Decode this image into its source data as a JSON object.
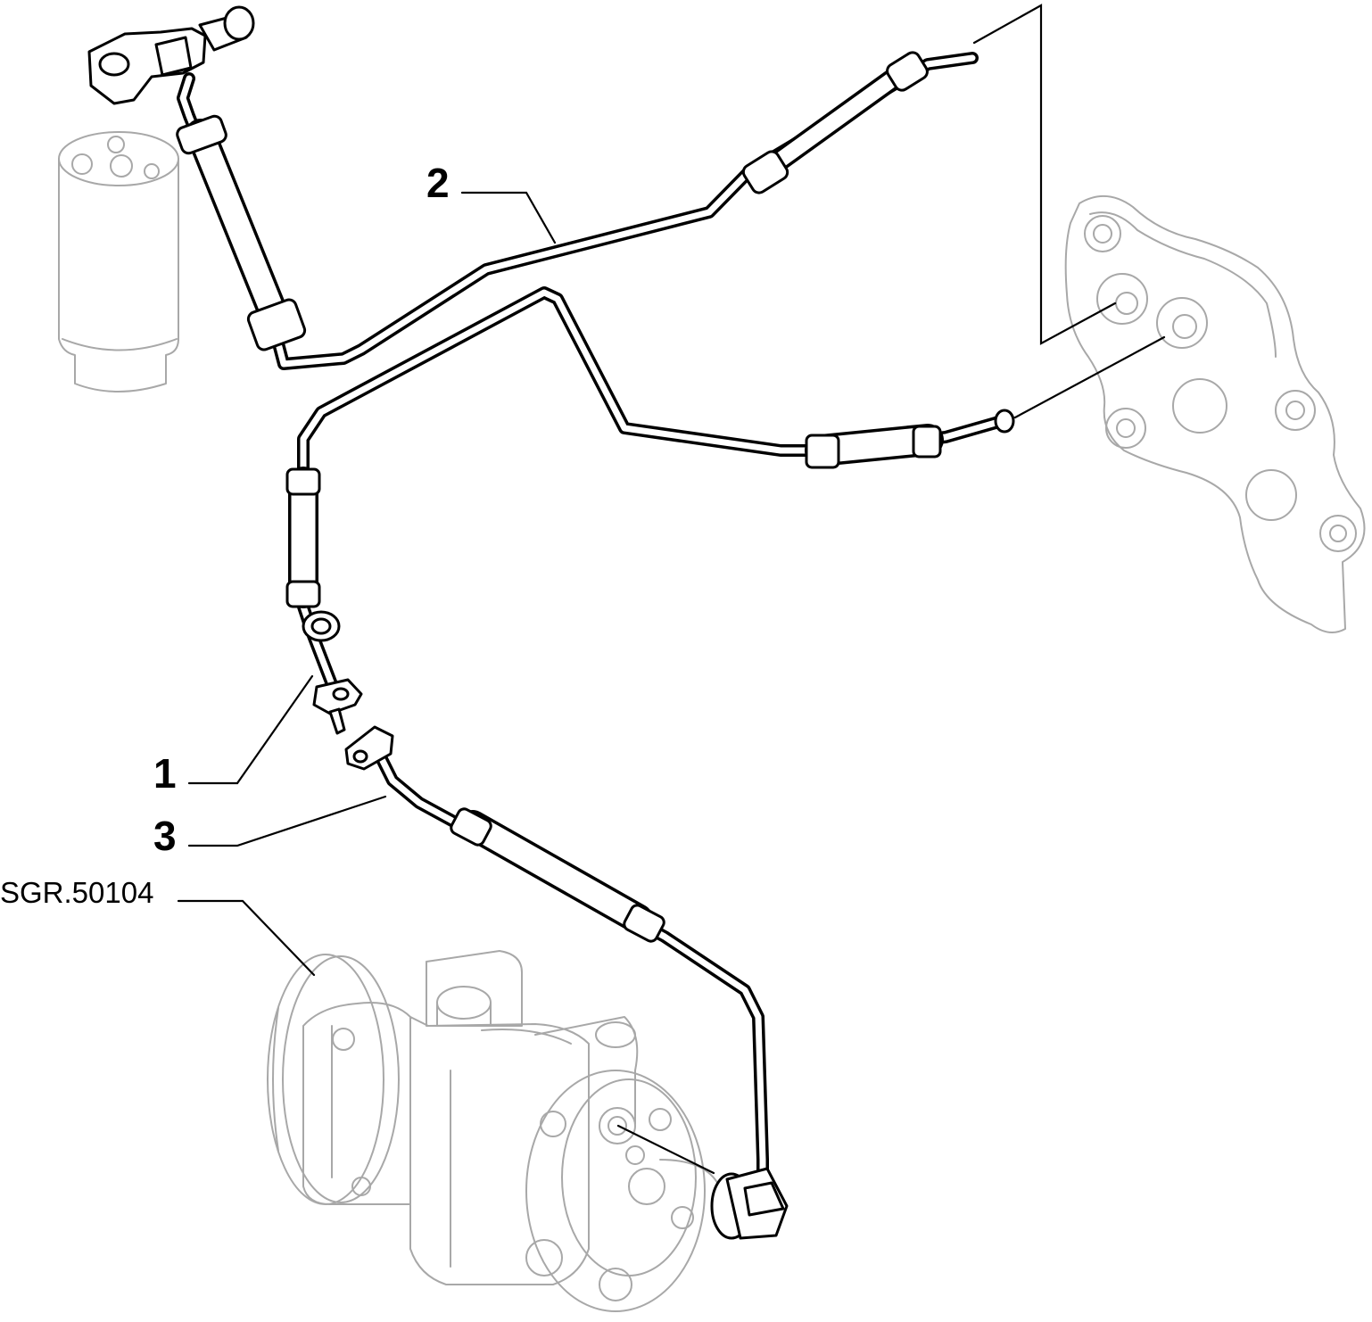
{
  "callouts": [
    {
      "id": "1",
      "text": "1"
    },
    {
      "id": "2",
      "text": "2"
    },
    {
      "id": "3",
      "text": "3"
    }
  ],
  "reference": {
    "text": "SGR.50104"
  },
  "colors": {
    "line": "#000000",
    "ghost": "#a8a8a8",
    "background": "#ffffff"
  }
}
